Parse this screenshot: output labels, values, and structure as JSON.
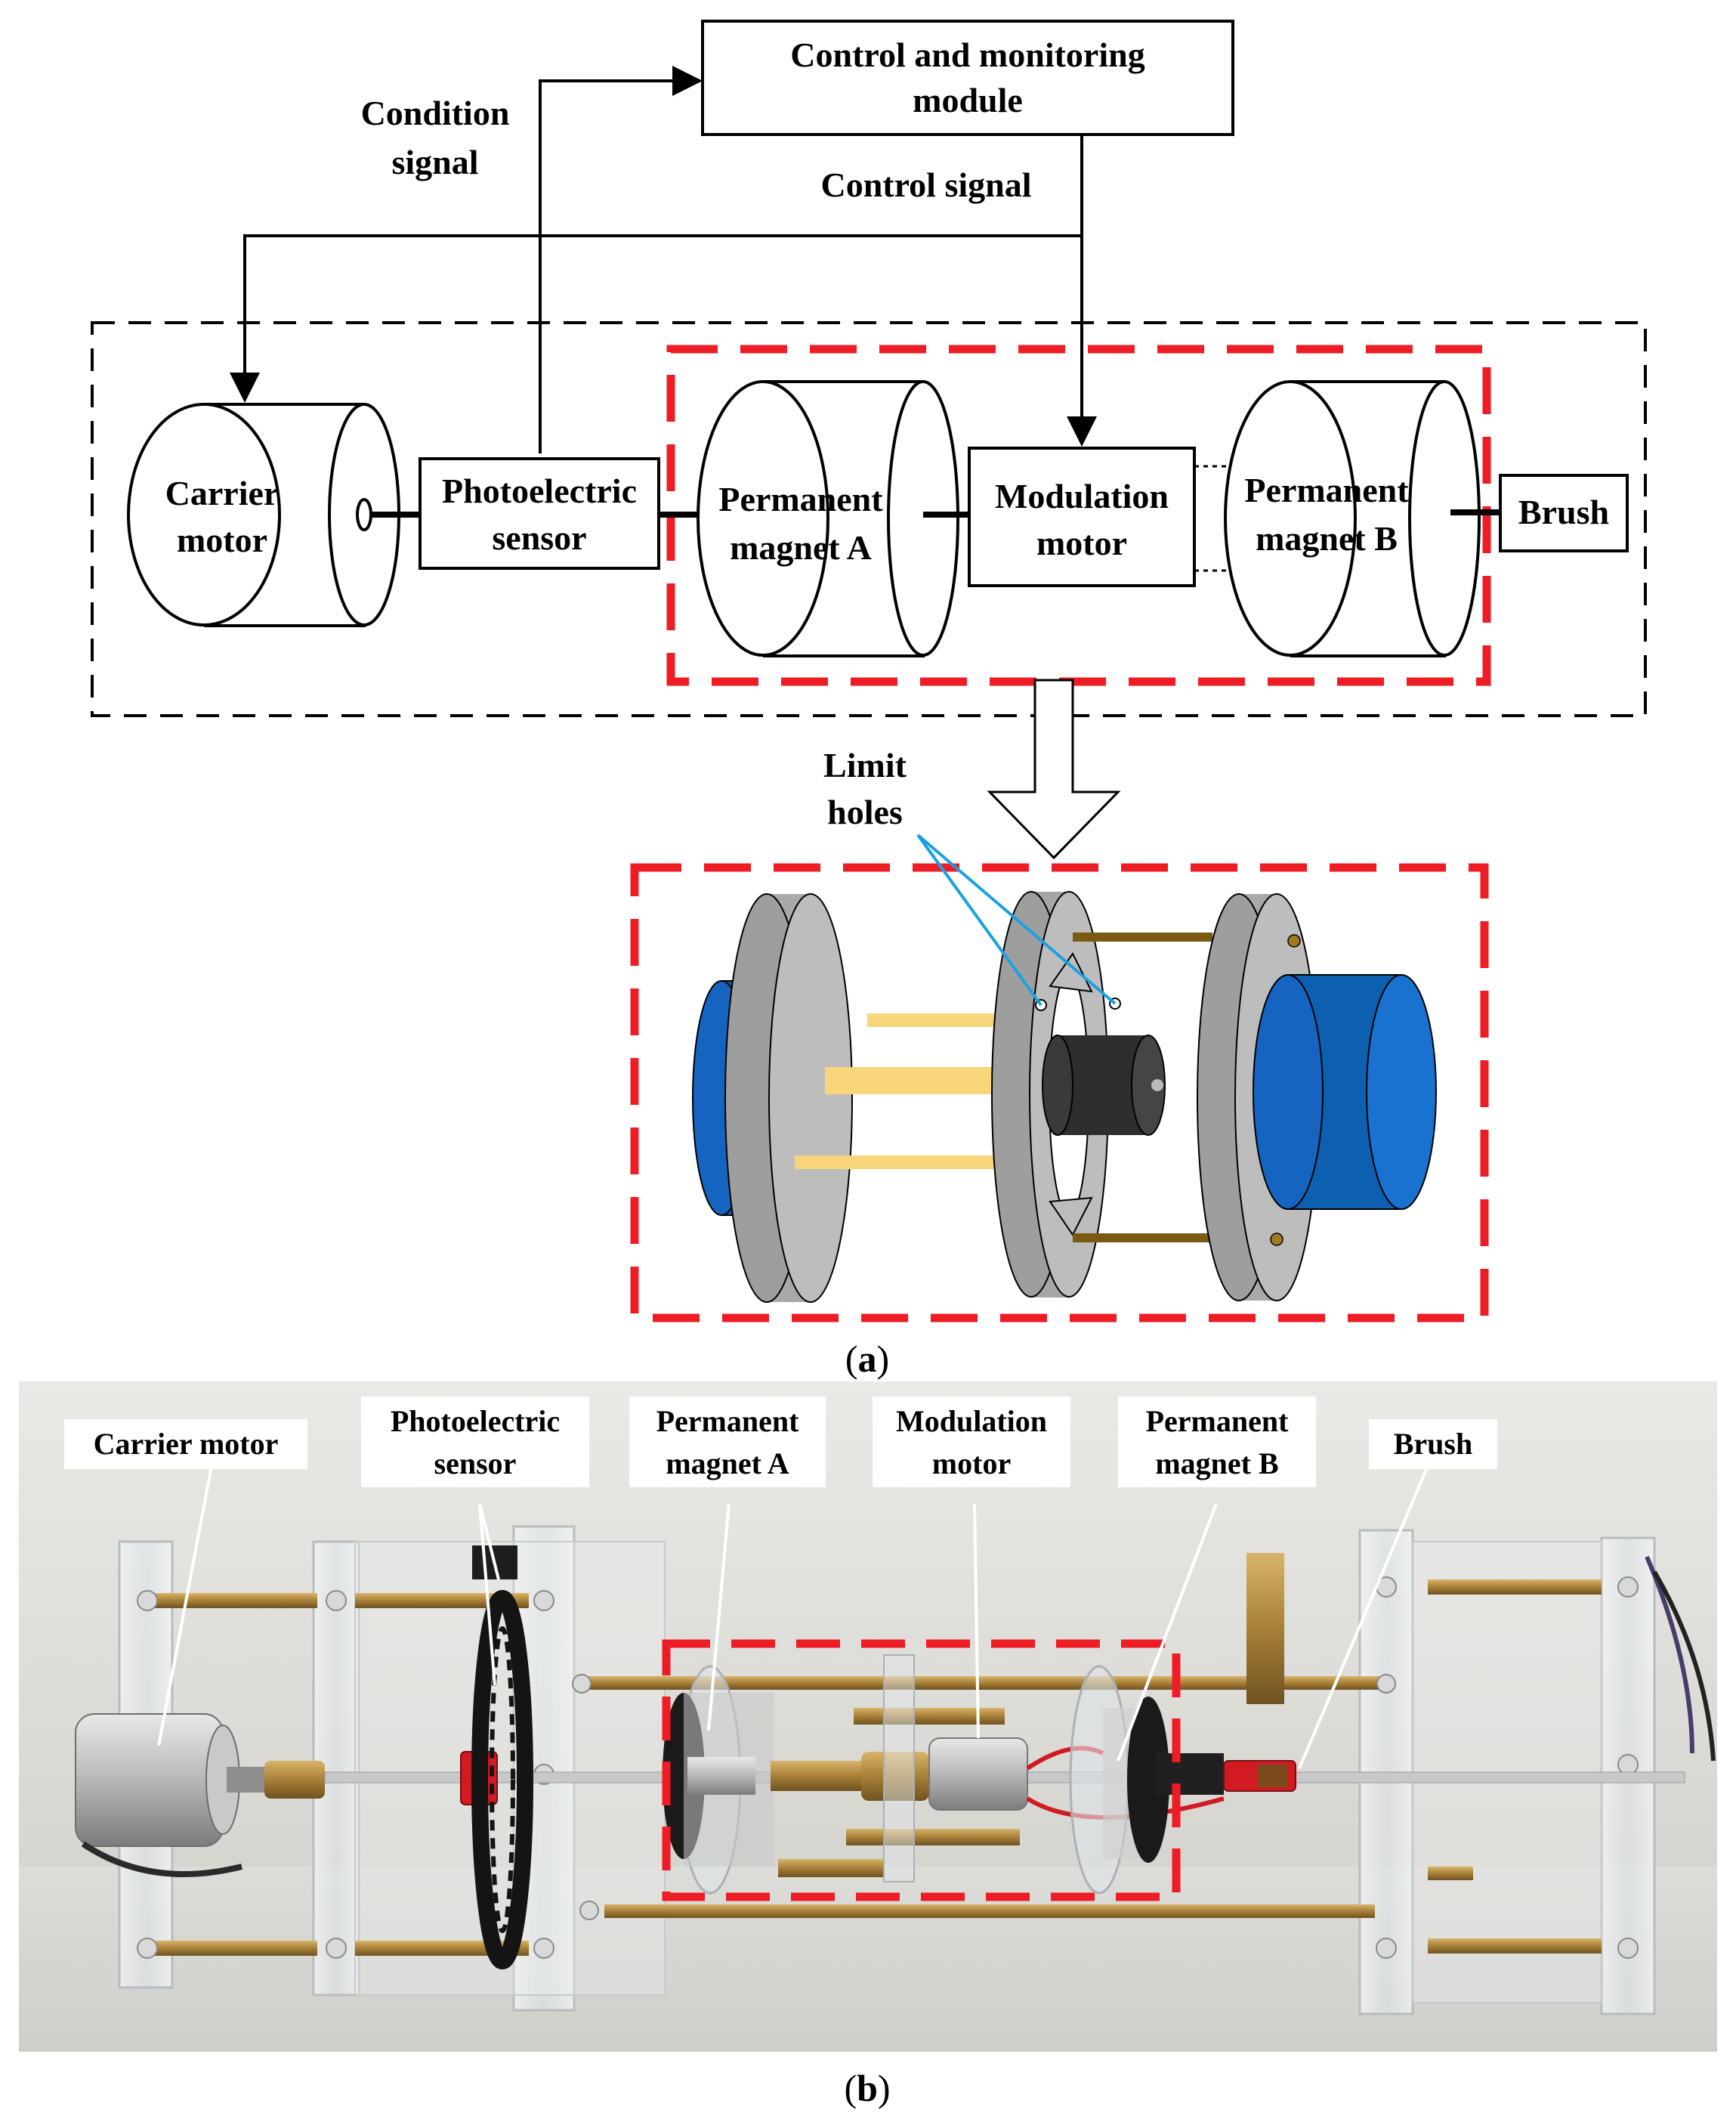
{
  "panel_a": {
    "control_module": [
      "Control and monitoring",
      "module"
    ],
    "condition_signal": [
      "Condition",
      "signal"
    ],
    "control_signal": "Control signal",
    "carrier_motor": [
      "Carrier",
      "motor"
    ],
    "photoelectric_sensor": [
      "Photoelectric",
      "sensor"
    ],
    "permanent_magnet_a": [
      "Permanent",
      "magnet A"
    ],
    "modulation_motor": [
      "Modulation",
      "motor"
    ],
    "permanent_magnet_b": [
      "Permanent",
      "magnet B"
    ],
    "brush": "Brush",
    "limit_holes": [
      "Limit",
      "holes"
    ],
    "caption_open": "(",
    "caption_letter": "a",
    "caption_close": ")"
  },
  "panel_b": {
    "labels": {
      "carrier_motor": "Carrier motor",
      "photoelectric_sensor": [
        "Photoelectric",
        "sensor"
      ],
      "permanent_magnet_a": [
        "Permanent",
        "magnet A"
      ],
      "modulation_motor": [
        "Modulation",
        "motor"
      ],
      "permanent_magnet_b": [
        "Permanent",
        "magnet B"
      ],
      "brush": "Brush"
    },
    "caption_open": "(",
    "caption_letter": "b",
    "caption_close": ")"
  },
  "colors": {
    "highlight_red": "#ee1c24",
    "leader_blue": "#1ba1e2",
    "disc_gray": "#bdbdbd",
    "magnet_blue": "#1565c0",
    "rod_yellow": "#f8d57a",
    "post_brown": "#7a5a10",
    "shaft_dark": "#2e2e2e"
  }
}
